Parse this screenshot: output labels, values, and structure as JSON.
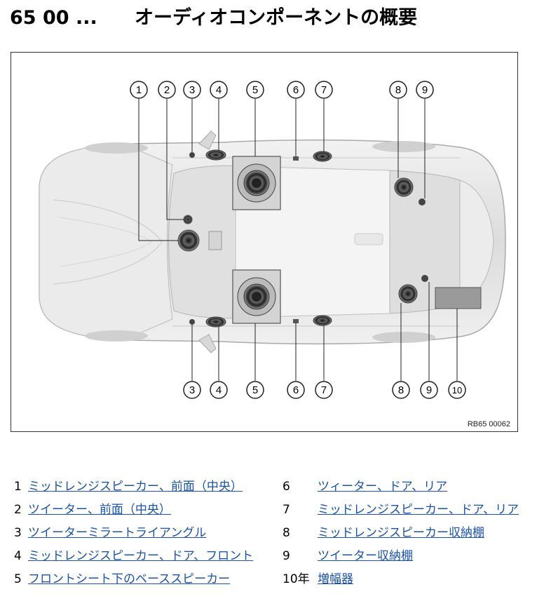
{
  "title": {
    "code": "65 00 ...",
    "text": "オーディオコンポーネントの概要"
  },
  "figure": {
    "code": "RB65 00062",
    "callouts_top": [
      "1",
      "2",
      "3",
      "4",
      "5",
      "6",
      "7",
      "8",
      "9"
    ],
    "callouts_bottom": [
      "3",
      "4",
      "5",
      "6",
      "7",
      "8",
      "9",
      "10"
    ]
  },
  "legend": {
    "left": [
      {
        "num": "1",
        "label": "ミッドレンジスピーカー、前面（中央）"
      },
      {
        "num": "2",
        "label": "ツイーター、前面（中央）"
      },
      {
        "num": "3",
        "label": "ツイーターミラートライアングル"
      },
      {
        "num": "4",
        "label": "ミッドレンジスピーカー、ドア、フロント"
      },
      {
        "num": "5",
        "label": "フロントシート下のベーススピーカー"
      }
    ],
    "right": [
      {
        "num": "6",
        "label": "ツィーター、ドア、リア"
      },
      {
        "num": "7",
        "label": "ミッドレンジスピーカー、ドア、リア"
      },
      {
        "num": "8",
        "label": "ミッドレンジスピーカー収納棚"
      },
      {
        "num": "9",
        "label": "ツイーター収納棚"
      },
      {
        "num": "10年",
        "label": "増幅器"
      }
    ]
  },
  "colors": {
    "link": "#1a53a8",
    "car_body": "#e4e4e4",
    "car_shade": "#c9c9c9"
  }
}
